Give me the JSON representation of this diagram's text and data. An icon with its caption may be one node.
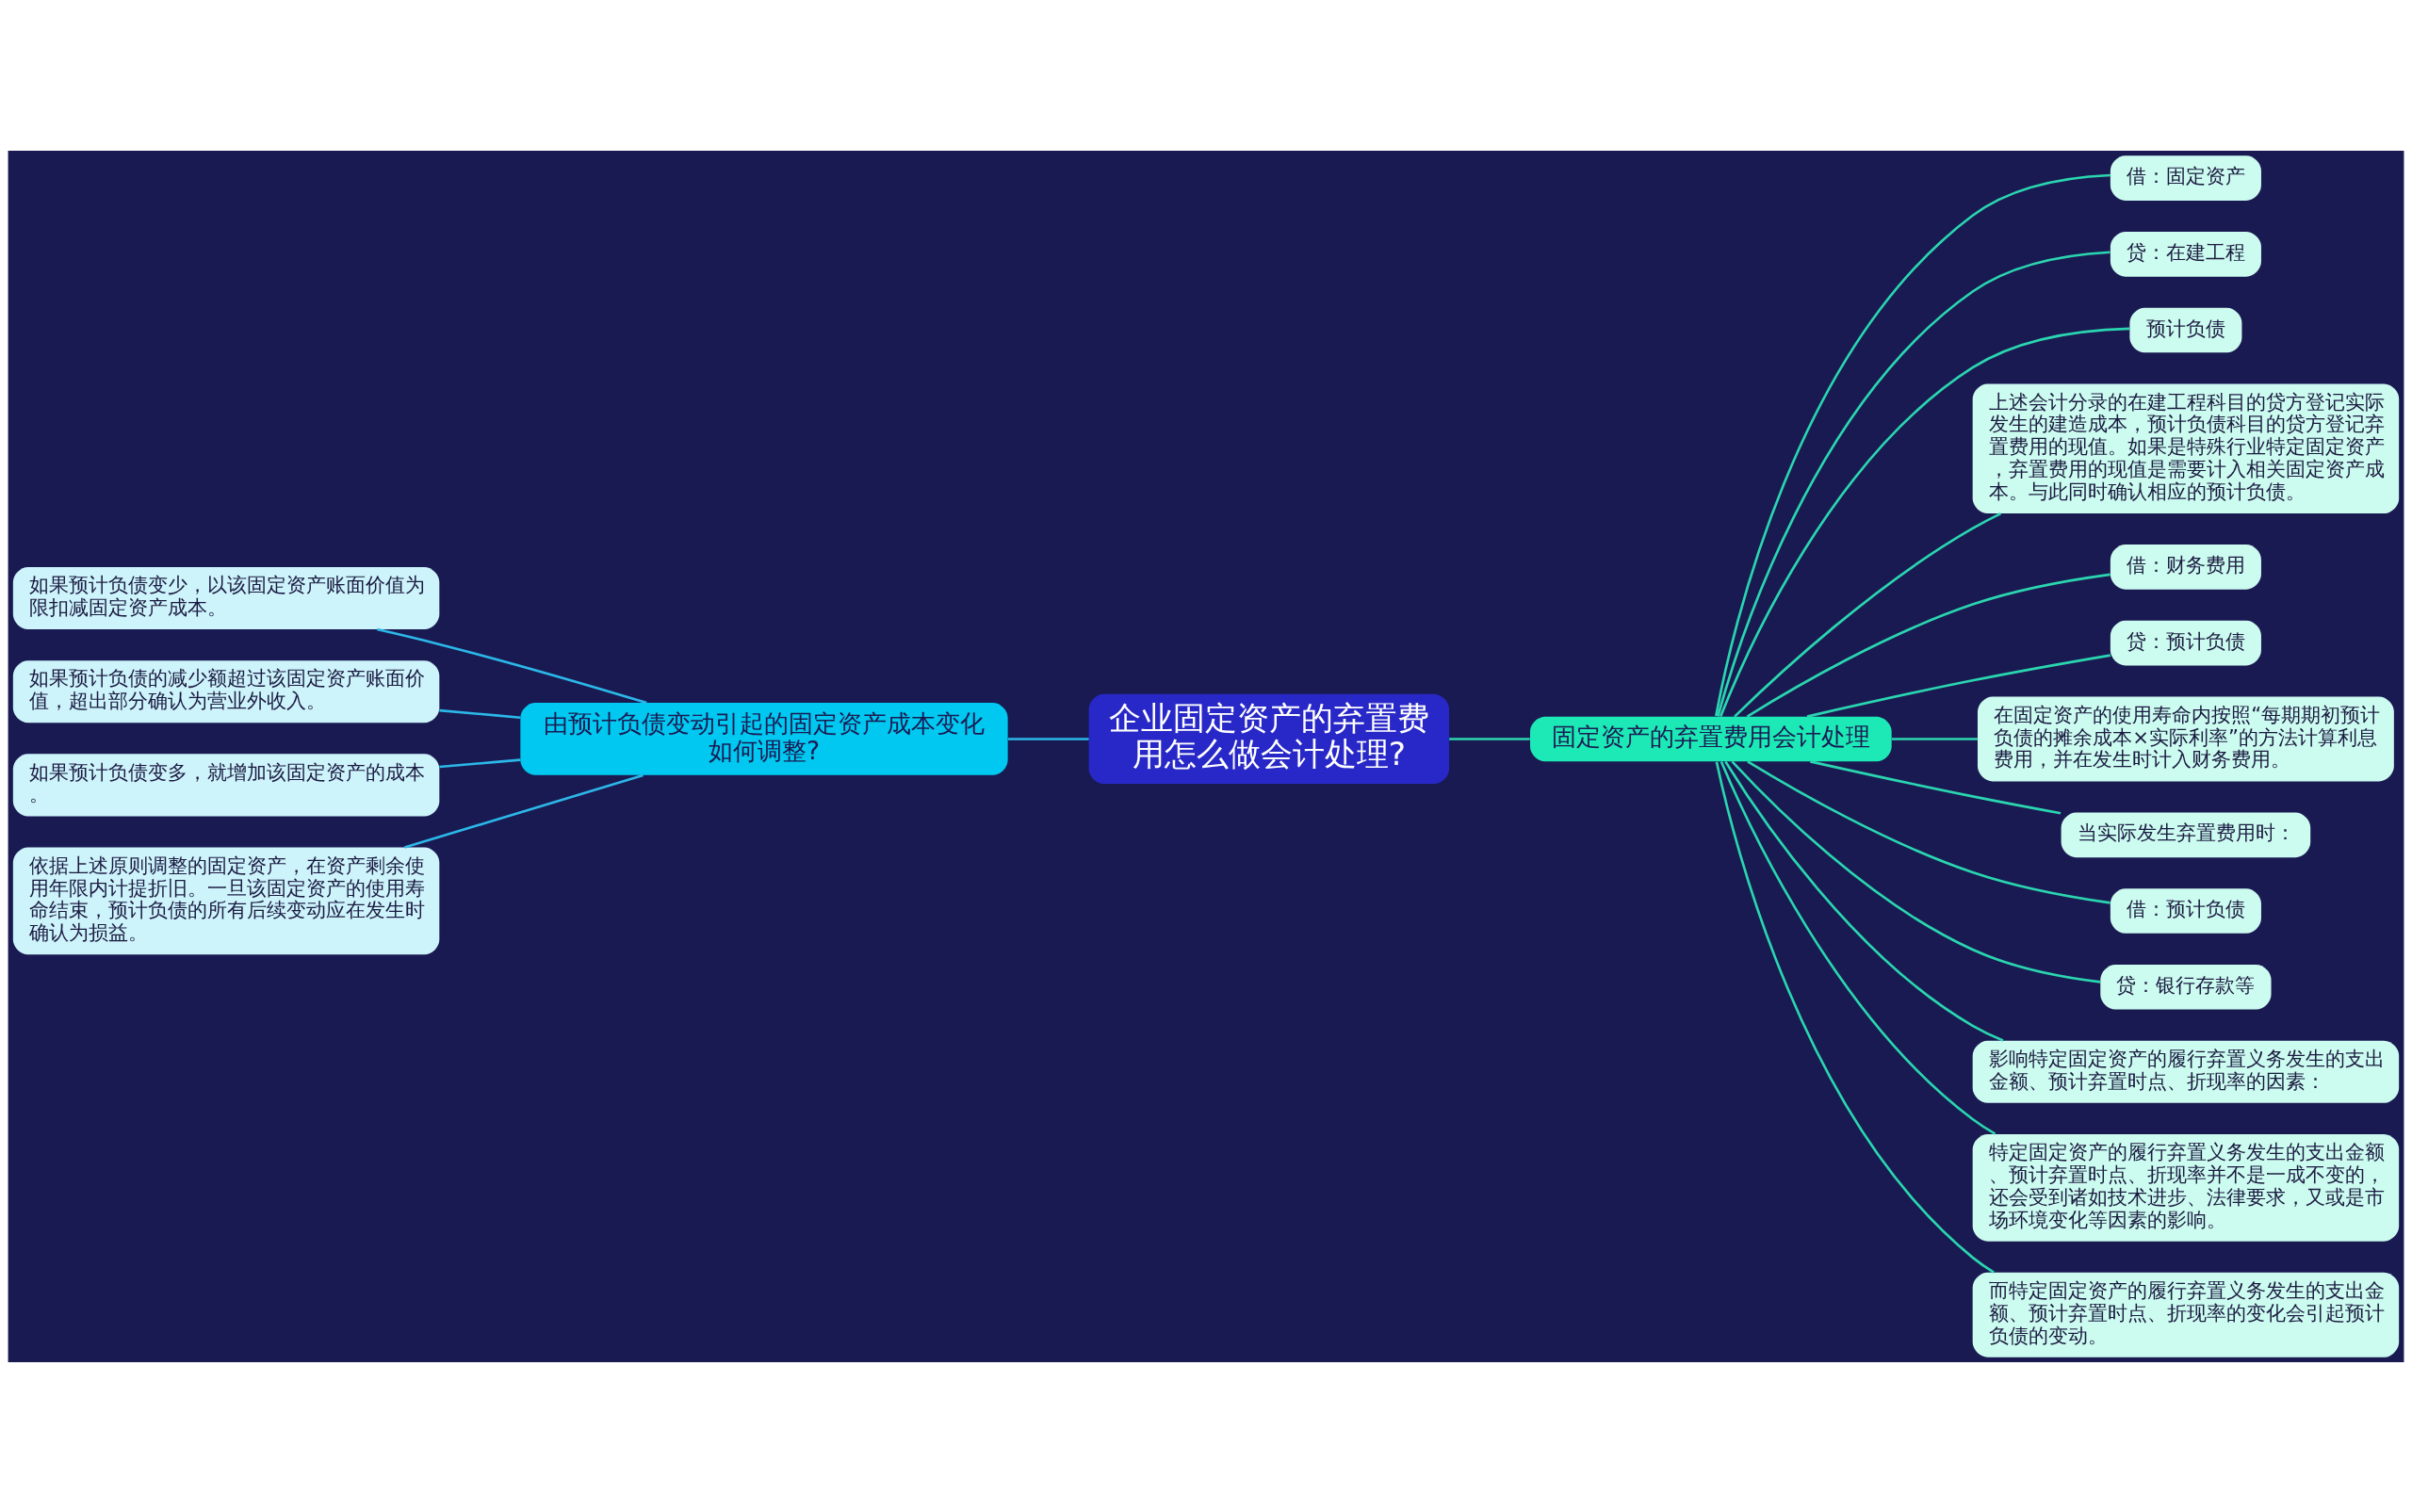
{
  "diagram": {
    "nodes": [
      {
        "text": [
          "企业固定资产的弃置费用怎么做会计处理?"
        ]
      },
      {
        "text": [
          "由预计负债变动引起的固定资产成本变化如何调整?"
        ]
      },
      {
        "text": [
          "如果预计负债变少，以该固定资产账面价值为限扣减固定资产成本。"
        ]
      },
      {
        "text": [
          "如果预计负债的减少额超过该固定资产账面价值，超出部分确认为营业外收入。"
        ]
      },
      {
        "text": [
          "如果预计负债变多，就增加该固定资产的成本。"
        ]
      },
      {
        "text": [
          "依据上述原则调整的固定资产，在资产剩余使用年限内计提折旧。一旦该固定资产的使用寿命结束，预计负债的所有后续变动应在发生时确认为损益。"
        ]
      },
      {
        "text": [
          "固定资产的弃置费用会计处理"
        ]
      },
      {
        "text": [
          "借：固定资产"
        ]
      },
      {
        "text": [
          "贷：在建工程"
        ]
      },
      {
        "text": [
          "预计负债"
        ]
      },
      {
        "text": [
          "上述会计分录的在建工程科目的贷方登记实际发生的建造成本，预计负债科目的贷方登记弃置费用的现值。如果是特殊行业特定固定资产，弃置费用的现值是需要计入相关固定资产成本。与此同时确认相应的预计负债。"
        ]
      },
      {
        "text": [
          "借：财务费用"
        ]
      },
      {
        "text": [
          "贷：预计负债"
        ]
      },
      {
        "text": [
          "在固定资产的使用寿命内按照“每期期初预计负债的摊余成本×实际利率”的方法计算利息费用，并在发生时计入财务费用。"
        ]
      },
      {
        "text": [
          "当实际发生弃置费用时："
        ]
      },
      {
        "text": [
          "借：预计负债"
        ]
      },
      {
        "text": [
          "贷：银行存款等"
        ]
      },
      {
        "text": [
          "影响特定固定资产的履行弃置义务发生的支出金额、预计弃置时点、折现率的因素："
        ]
      },
      {
        "text": [
          "特定固定资产的履行弃置义务发生的支出金额、预计弃置时点、折现率并不是一成不变的，还会受到诸如技术进步、法律要求，又或是市场环境变化等因素的影响。"
        ]
      },
      {
        "text": [
          "而特定固定资产的履行弃置义务发生的支出金额、预计弃置时点、折现率的变化会引起预计负债的变动。"
        ]
      }
    ],
    "edges": [
      {
        "from": 0,
        "to": 1,
        "arrow": "none",
        "color": "#2bb8e8"
      },
      {
        "from": 1,
        "to": 2,
        "arrow": "none",
        "color": "#2bb8e8"
      },
      {
        "from": 1,
        "to": 3,
        "arrow": "none",
        "color": "#2bb8e8"
      },
      {
        "from": 1,
        "to": 4,
        "arrow": "none",
        "color": "#2bb8e8"
      },
      {
        "from": 1,
        "to": 5,
        "arrow": "none",
        "color": "#2bb8e8"
      },
      {
        "from": 0,
        "to": 6,
        "arrow": "none"
      },
      {
        "from": 6,
        "to": 7,
        "arrow": "none"
      },
      {
        "from": 6,
        "to": 8,
        "arrow": "none"
      },
      {
        "from": 6,
        "to": 9,
        "arrow": "none"
      },
      {
        "from": 6,
        "to": 10,
        "arrow": "none"
      },
      {
        "from": 6,
        "to": 11,
        "arrow": "none"
      },
      {
        "from": 6,
        "to": 12,
        "arrow": "none"
      },
      {
        "from": 6,
        "to": 13,
        "arrow": "none"
      },
      {
        "from": 6,
        "to": 14,
        "arrow": "none"
      },
      {
        "from": 6,
        "to": 15,
        "arrow": "none"
      },
      {
        "from": 6,
        "to": 16,
        "arrow": "none"
      },
      {
        "from": 6,
        "to": 17,
        "arrow": "none"
      },
      {
        "from": 6,
        "to": 18,
        "arrow": "none"
      },
      {
        "from": 6,
        "to": 19,
        "arrow": "none"
      }
    ]
  }
}
